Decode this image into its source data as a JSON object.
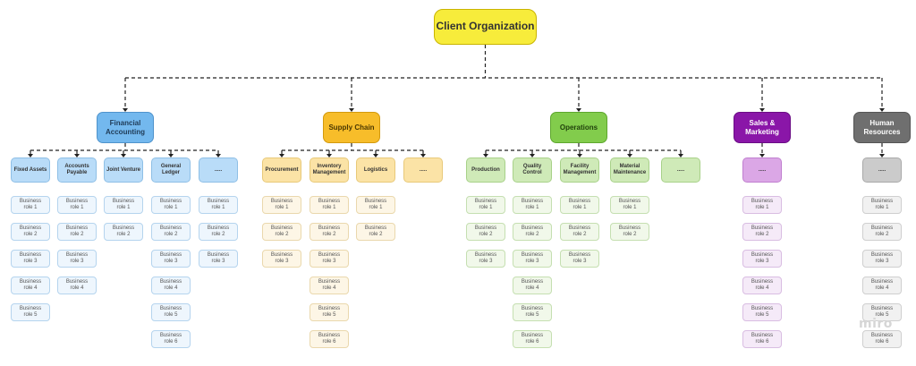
{
  "root": {
    "label": "Client Organization",
    "color": "#f7ec3b"
  },
  "watermark": "miro",
  "departments": [
    {
      "label": "Financial\nAccounting",
      "color": "#73b8ee",
      "text_color": "#1f3b57",
      "border": "#4f93cc",
      "team_color": "#b9dcf8",
      "team_border": "#8ebfe6",
      "role_color": "#eef6fd",
      "role_border": "#b5d4ee",
      "teams": [
        {
          "label": "Fixed Assets",
          "roles": [
            "Business\nrole 1",
            "Business\nrole 2",
            "Business\nrole 3",
            "Business\nrole 4",
            "Business\nrole 5"
          ]
        },
        {
          "label": "Accounts\nPayable",
          "roles": [
            "Business\nrole 1",
            "Business\nrole 2",
            "Business\nrole 3",
            "Business\nrole 4"
          ]
        },
        {
          "label": "Joint Venture",
          "roles": [
            "Business\nrole 1",
            "Business\nrole 2"
          ]
        },
        {
          "label": "General\nLedger",
          "roles": [
            "Business\nrole 1",
            "Business\nrole 2",
            "Business\nrole 3",
            "Business\nrole 4",
            "Business\nrole 5",
            "Business\nrole 6"
          ]
        },
        {
          "label": ".....",
          "roles": [
            "Business\nrole 1",
            "Business\nrole 2",
            "Business\nrole 3"
          ]
        }
      ]
    },
    {
      "label": "Supply Chain",
      "color": "#f7bd2a",
      "text_color": "#4a3700",
      "border": "#d39a0e",
      "team_color": "#fbe3a6",
      "team_border": "#e8c979",
      "role_color": "#fdf6e6",
      "role_border": "#ead8ad",
      "teams": [
        {
          "label": "Procurement",
          "roles": [
            "Business\nrole 1",
            "Business\nrole 2",
            "Business\nrole 3"
          ]
        },
        {
          "label": "Inventory\nManagement",
          "roles": [
            "Business\nrole 1",
            "Business\nrole 2",
            "Business\nrole 3",
            "Business\nrole 4",
            "Business\nrole 5",
            "Business\nrole 6"
          ]
        },
        {
          "label": "Logistics",
          "roles": [
            "Business\nrole 1",
            "Business\nrole 2"
          ]
        },
        {
          "label": ".....",
          "roles": []
        }
      ]
    },
    {
      "label": "Operations",
      "color": "#82cc4c",
      "text_color": "#1f3f0b",
      "border": "#5ea72e",
      "team_color": "#cfeab8",
      "team_border": "#a8d189",
      "role_color": "#f1f8ea",
      "role_border": "#c5dfb1",
      "teams": [
        {
          "label": "Production",
          "roles": [
            "Business\nrole 1",
            "Business\nrole 2",
            "Business\nrole 3"
          ]
        },
        {
          "label": "Quality\nControl",
          "roles": [
            "Business\nrole 1",
            "Business\nrole 2",
            "Business\nrole 3",
            "Business\nrole 4",
            "Business\nrole 5",
            "Business\nrole 6"
          ]
        },
        {
          "label": "Facility\nManagement",
          "roles": [
            "Business\nrole 1",
            "Business\nrole 2",
            "Business\nrole 3"
          ]
        },
        {
          "label": "Material\nMaintenance",
          "roles": [
            "Business\nrole 1",
            "Business\nrole 2"
          ]
        },
        {
          "label": ".....",
          "roles": []
        }
      ]
    },
    {
      "label": "Sales &\nMarketing",
      "color": "#8a16a8",
      "text_color": "#ffffff",
      "border": "#6b0d85",
      "team_color": "#dba7e6",
      "team_border": "#c07fcf",
      "role_color": "#f5eaf8",
      "role_border": "#d9bde2",
      "teams": [
        {
          "label": ".....",
          "roles": [
            "Business\nrole 1",
            "Business\nrole 2",
            "Business\nrole 3",
            "Business\nrole 4",
            "Business\nrole 5",
            "Business\nrole 6"
          ]
        }
      ]
    },
    {
      "label": "Human\nResources",
      "color": "#6f6f6f",
      "text_color": "#ffffff",
      "border": "#555555",
      "team_color": "#cbcbcb",
      "team_border": "#a9a9a9",
      "role_color": "#f1f1f1",
      "role_border": "#cfcfcf",
      "teams": [
        {
          "label": ".....",
          "roles": [
            "Business\nrole 1",
            "Business\nrole 2",
            "Business\nrole 3",
            "Business\nrole 4",
            "Business\nrole 5",
            "Business\nrole 6"
          ]
        }
      ]
    }
  ]
}
